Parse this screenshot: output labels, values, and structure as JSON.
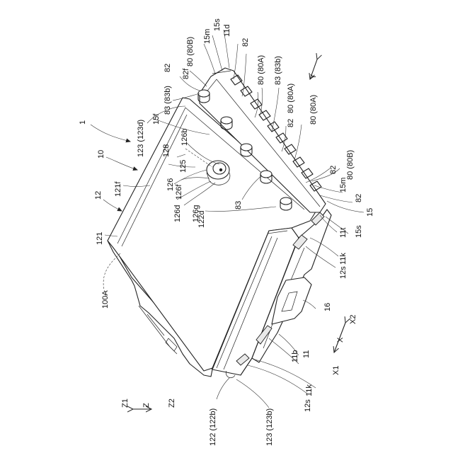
{
  "figure": {
    "rotation_deg": -90,
    "labels": {
      "l_1": "1",
      "l_10": "10",
      "l_12": "12",
      "l_121": "121",
      "l_121f": "121f",
      "l_100A": "100A",
      "l_123_123d": "123 (123d)",
      "l_15f": "15f",
      "l_128": "128",
      "l_126b": "126b",
      "l_125": "125",
      "l_126": "126",
      "l_126f": "126f",
      "l_126d": "126d",
      "l_126g": "126g",
      "l_122d": "122d",
      "l_83_left": "83",
      "l_83_83b_a": "83 (83b)",
      "l_82_a": "82",
      "l_82f": "82f",
      "l_80_80B_a": "80 (80B)",
      "l_15m_a": "15m",
      "l_15s_a": "15s",
      "l_11d": "11d",
      "l_82_b": "82",
      "l_80_80A_a": "80 (80A)",
      "l_83_83b_b": "83 (83b)",
      "l_80_80A_b": "80 (80A)",
      "l_82_c": "82",
      "l_80_80A_c": "80 (80A)",
      "l_82_d": "82",
      "l_80_80B_b": "80 (80B)",
      "l_15m_b": "15m",
      "l_82_e": "82",
      "l_15": "15",
      "l_11t": "11t",
      "l_15s_b": "15s",
      "l_11k_a": "11k",
      "l_12s_a": "12s",
      "l_16": "16",
      "l_11b": "11b",
      "l_11": "11",
      "l_11k_b": "11k",
      "l_12s_b": "12s",
      "l_122_122b": "122 (122b)",
      "l_123_123b": "123 (123b)",
      "l_Y": "Y",
      "l_X": "X",
      "l_X1": "X1",
      "l_X2": "X2",
      "l_Z": "Z",
      "l_Z1": "Z1",
      "l_Z2": "Z2"
    }
  }
}
